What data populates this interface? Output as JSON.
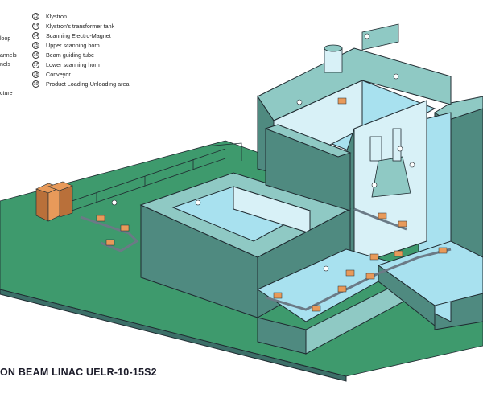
{
  "legend": {
    "left_fragments": [
      "loop",
      "annels",
      "nels",
      "cture"
    ],
    "items": [
      {
        "num": "12",
        "label": "Klystron"
      },
      {
        "num": "13",
        "label": "Klystron's transformer tank"
      },
      {
        "num": "14",
        "label": "Scanning Electro-Magnet"
      },
      {
        "num": "15",
        "label": "Upper scanning horn"
      },
      {
        "num": "16",
        "label": "Beam guiding tube"
      },
      {
        "num": "17",
        "label": "Lower scanning horn"
      },
      {
        "num": "18",
        "label": "Conveyor"
      },
      {
        "num": "19",
        "label": "Product Loading-Unloading area"
      }
    ]
  },
  "title": "ON BEAM LINAC  UELR-10-15S2",
  "colors": {
    "ground": "#3e9a6d",
    "wall_side": "#4f8a80",
    "wall_top": "#8fc9c4",
    "wall_dark": "#3c6f68",
    "interior_floor": "#a8e1ef",
    "floor_light": "#d8f1f7",
    "box": "#e89a5a",
    "box_dark": "#b9703a",
    "conveyor": "#6b7a86",
    "outline": "#1f2a30"
  }
}
